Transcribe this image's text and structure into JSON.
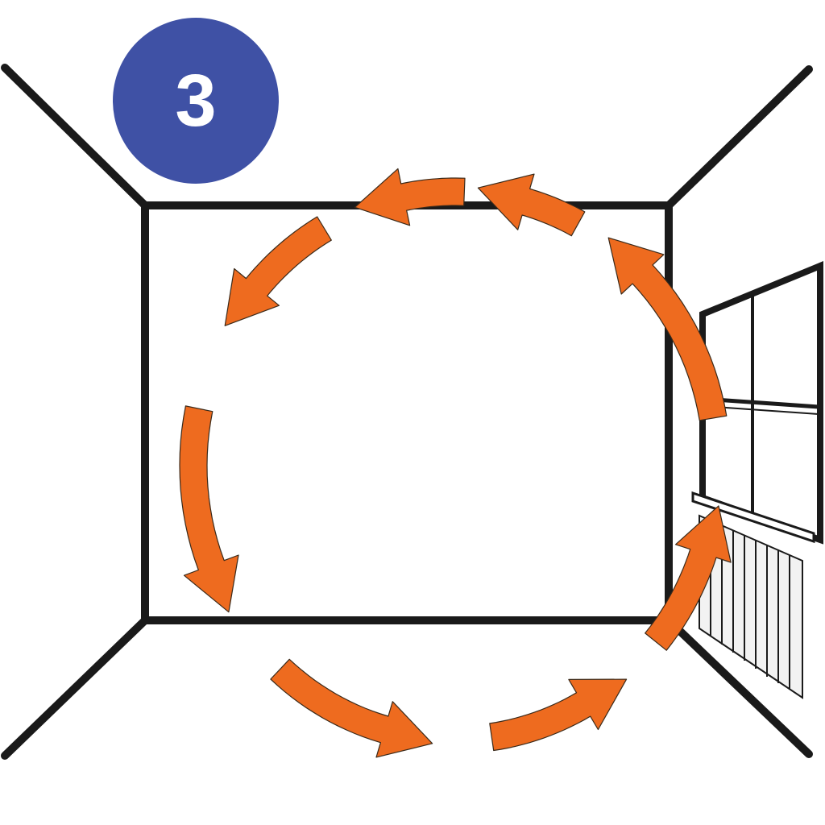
{
  "step_badge": {
    "number": "3",
    "color": "#3f51a5",
    "text_color": "#ffffff"
  },
  "colors": {
    "line": "#1a1a1a",
    "arrow": "#ee6b1f",
    "arrow_outline": "#3a2a1a",
    "radiator": "#f2f2f2"
  },
  "icons": [
    "room-outline",
    "window-icon",
    "radiator-icon",
    "circulation-arrows"
  ]
}
